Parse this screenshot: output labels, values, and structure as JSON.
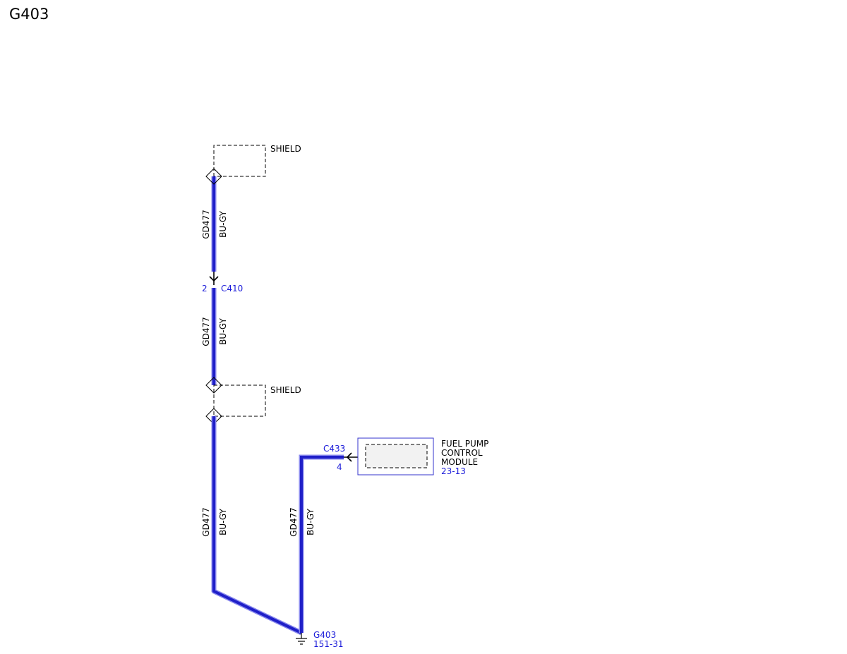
{
  "title": "G403",
  "colors": {
    "wire": "#1f1fc8",
    "wire_light": "#8888ee",
    "reference": "#1a1ad9",
    "shield": "#000000",
    "module_border": "#3333cc",
    "module_fill": "#f2f2f2"
  },
  "shields": [
    {
      "label": "SHIELD"
    },
    {
      "label": "SHIELD"
    }
  ],
  "wire_segments": [
    {
      "circuit": "GD477",
      "color": "BU-GY"
    },
    {
      "circuit": "GD477",
      "color": "BU-GY"
    },
    {
      "circuit": "GD477",
      "color": "BU-GY"
    },
    {
      "circuit": "GD477",
      "color": "BU-GY"
    }
  ],
  "connectors": {
    "c410": {
      "pin": "2",
      "name": "C410"
    },
    "c433": {
      "pin": "4",
      "name": "C433"
    }
  },
  "module": {
    "name_lines": [
      "FUEL PUMP",
      "CONTROL",
      "MODULE"
    ],
    "reference": "23-13"
  },
  "ground": {
    "name": "G403",
    "reference": "151-31"
  }
}
